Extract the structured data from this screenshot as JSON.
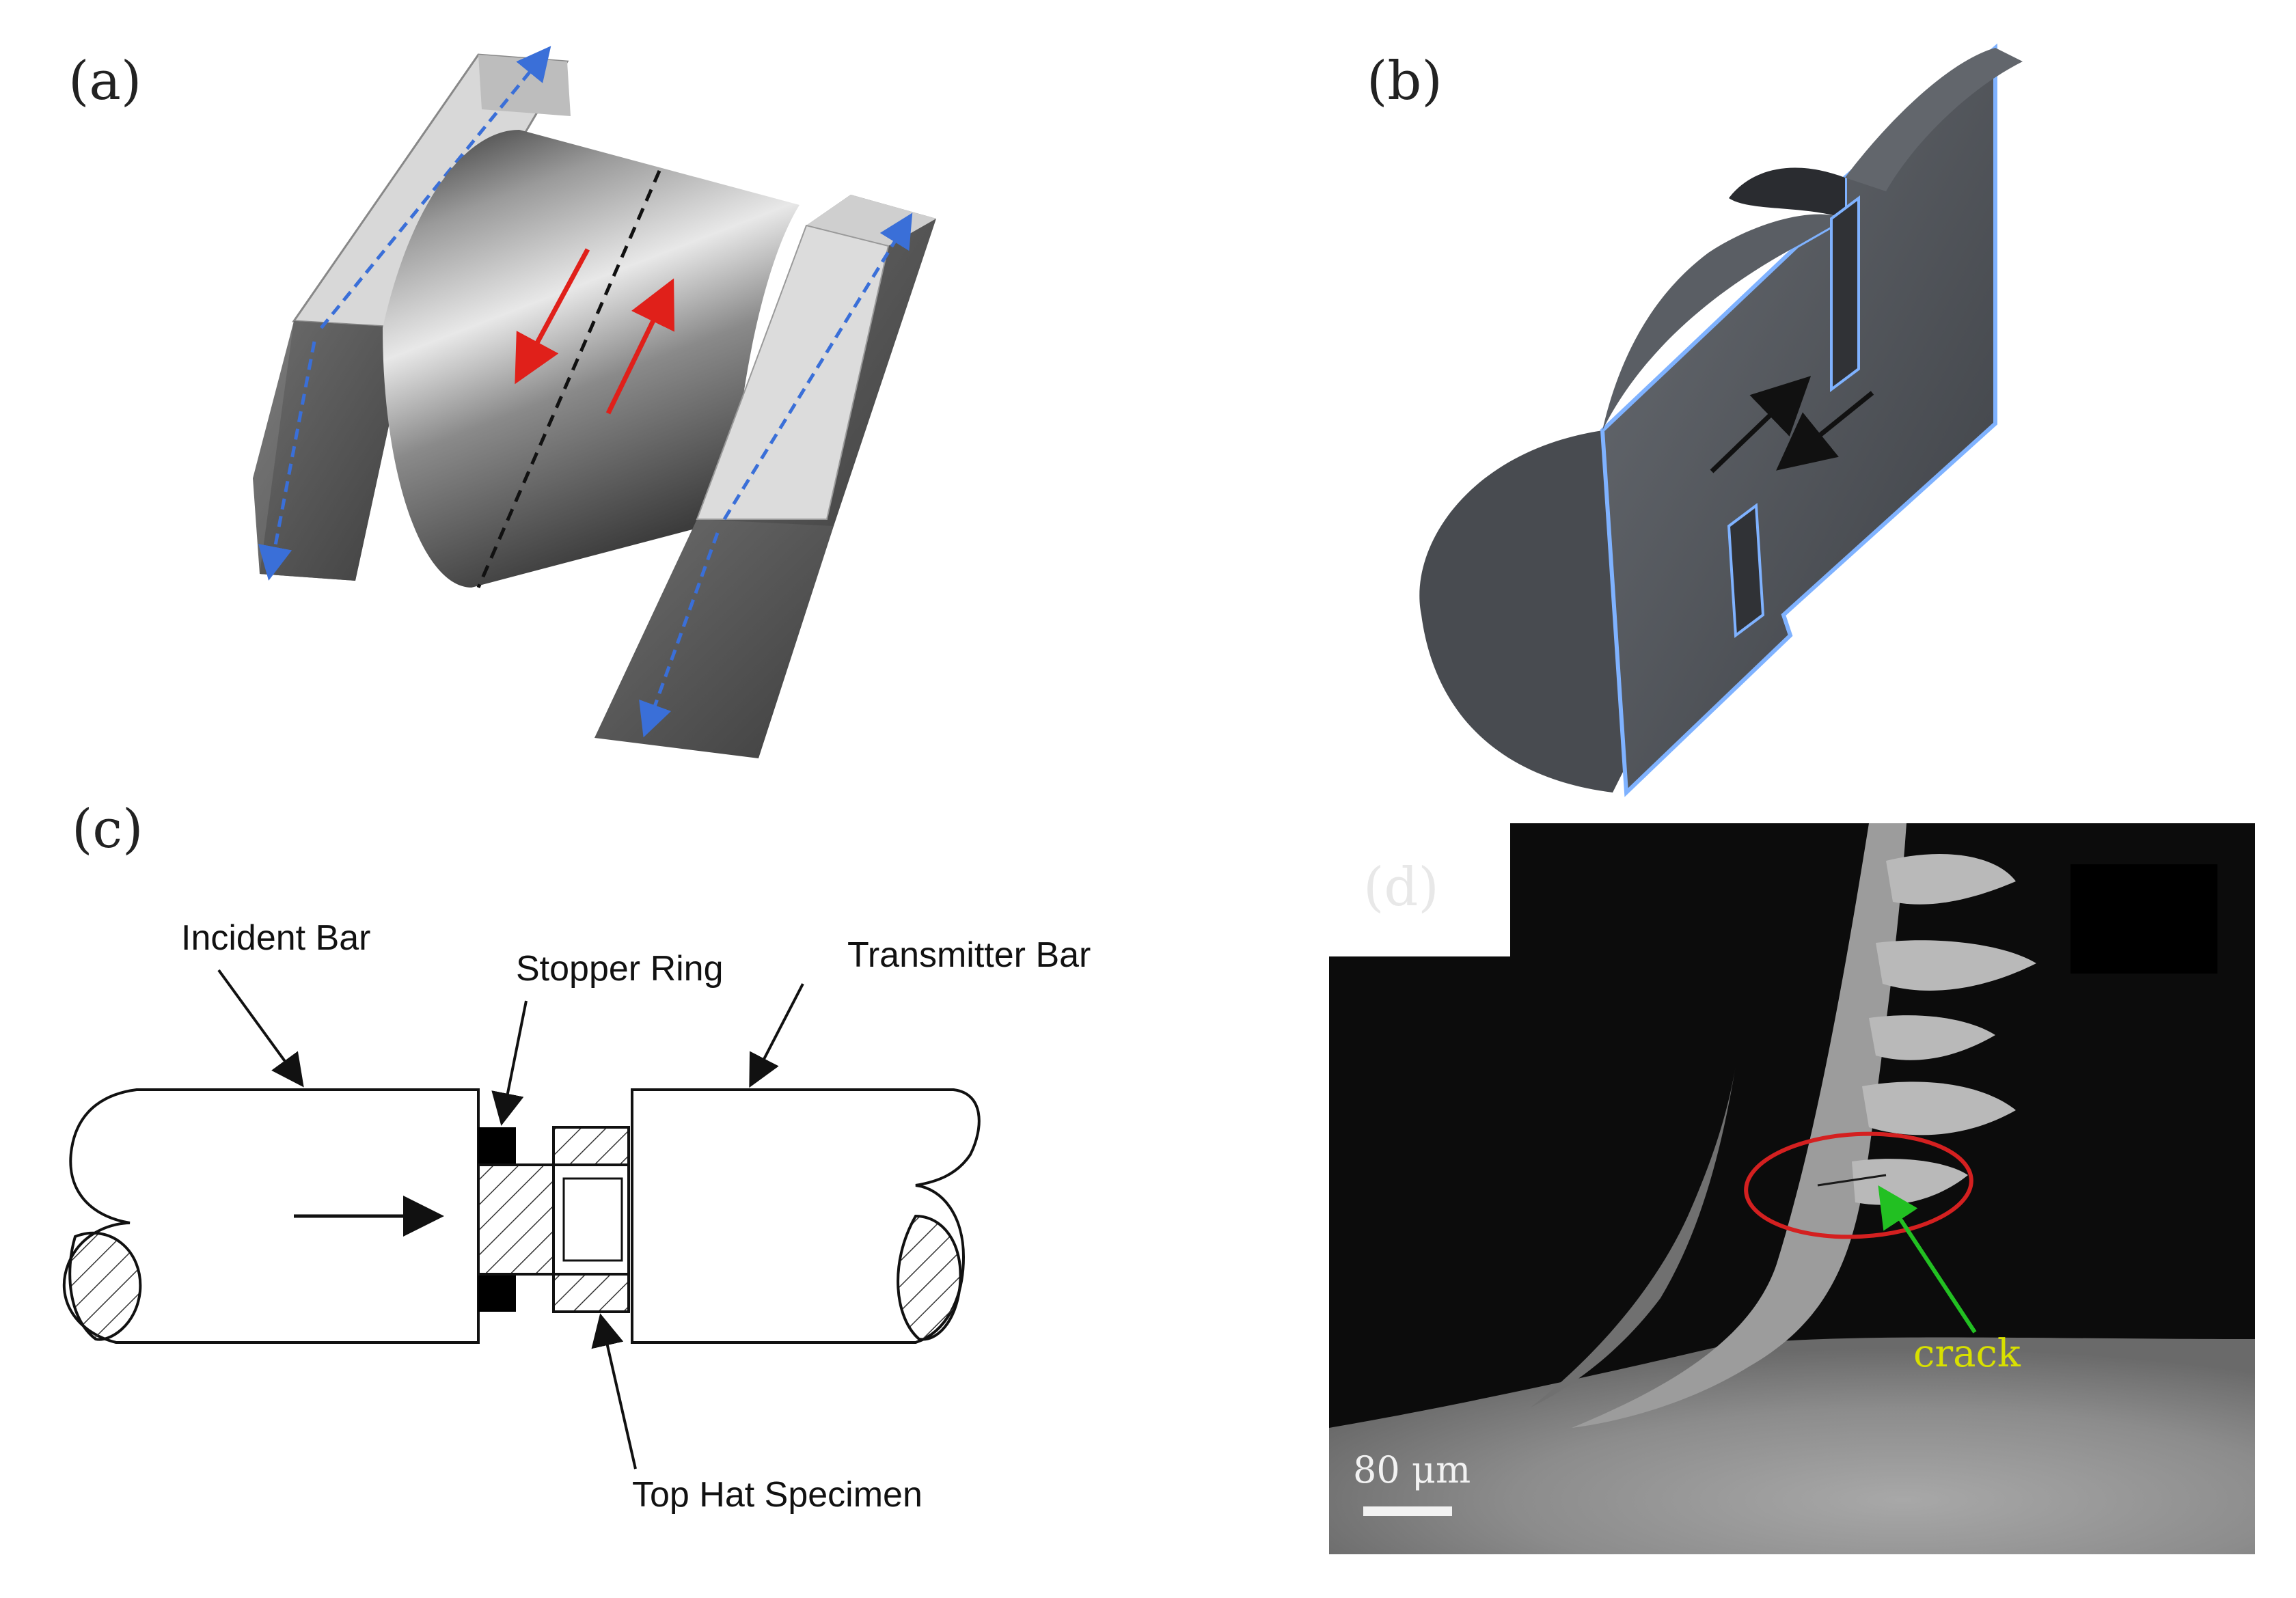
{
  "panels": {
    "a": {
      "label": "(a)"
    },
    "b": {
      "label": "(b)"
    },
    "c": {
      "label": "(c)",
      "incident_bar": "Incident Bar",
      "stopper_ring": "Stopper Ring",
      "transmitter_bar": "Transmitter Bar",
      "top_hat_specimen": "Top Hat Specimen"
    },
    "d": {
      "label": "(d)",
      "crack": "crack",
      "scale_bar": "80 μm"
    }
  },
  "colors": {
    "shear_arrows_a": "#e0201a",
    "edge_dashes_a": "#3a6fd8",
    "edge_glow_b": "#7fb2ff",
    "ellipse_d": "#d42020",
    "arrow_d": "#22c022",
    "crack_text_d": "#d8e000"
  }
}
